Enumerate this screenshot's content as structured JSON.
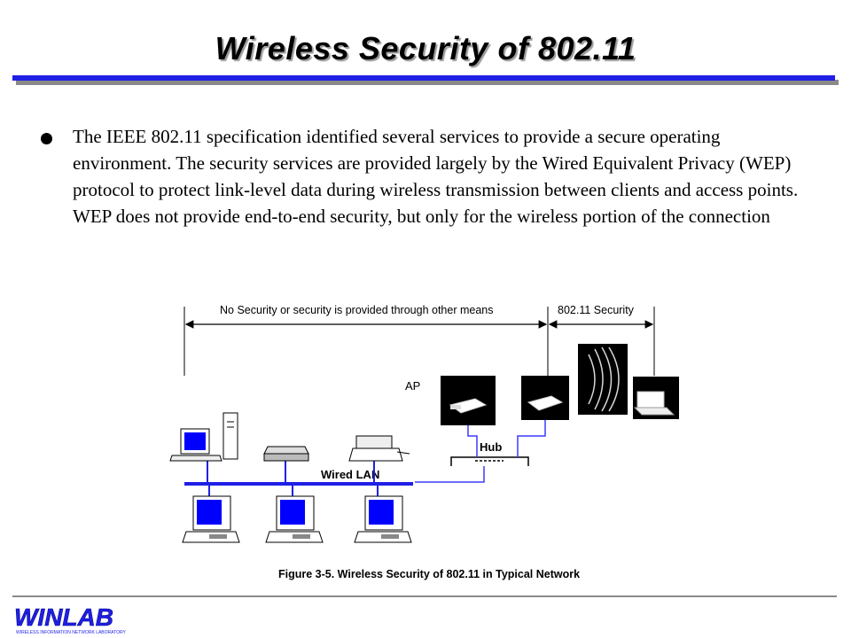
{
  "slide": {
    "title": "Wireless Security of 802.11",
    "bullet": "The IEEE 802.11 specification identified several services to provide a secure operating environment. The security services are provided largely by the Wired Equivalent Privacy (WEP) protocol to protect link-level data during wireless transmission between clients and access points. WEP does not provide end-to-end security, but only for the wireless portion of the connection"
  },
  "figure": {
    "no_security_label": "No Security or security is provided through other means",
    "security_label": "802.11 Security",
    "ap_label": "AP",
    "hub_label": "Hub",
    "wired_lan_label": "Wired LAN",
    "caption": "Figure 3-5. Wireless Security of 802.11 in Typical Network"
  },
  "logo": {
    "wordmark": "WINLAB",
    "tagline": "WIRELESS INFORMATION NETWORK LABORATORY"
  },
  "colors": {
    "accent": "#1f1fe6",
    "screen_blue": "#0000ff",
    "link_blue": "#3b3bff"
  }
}
